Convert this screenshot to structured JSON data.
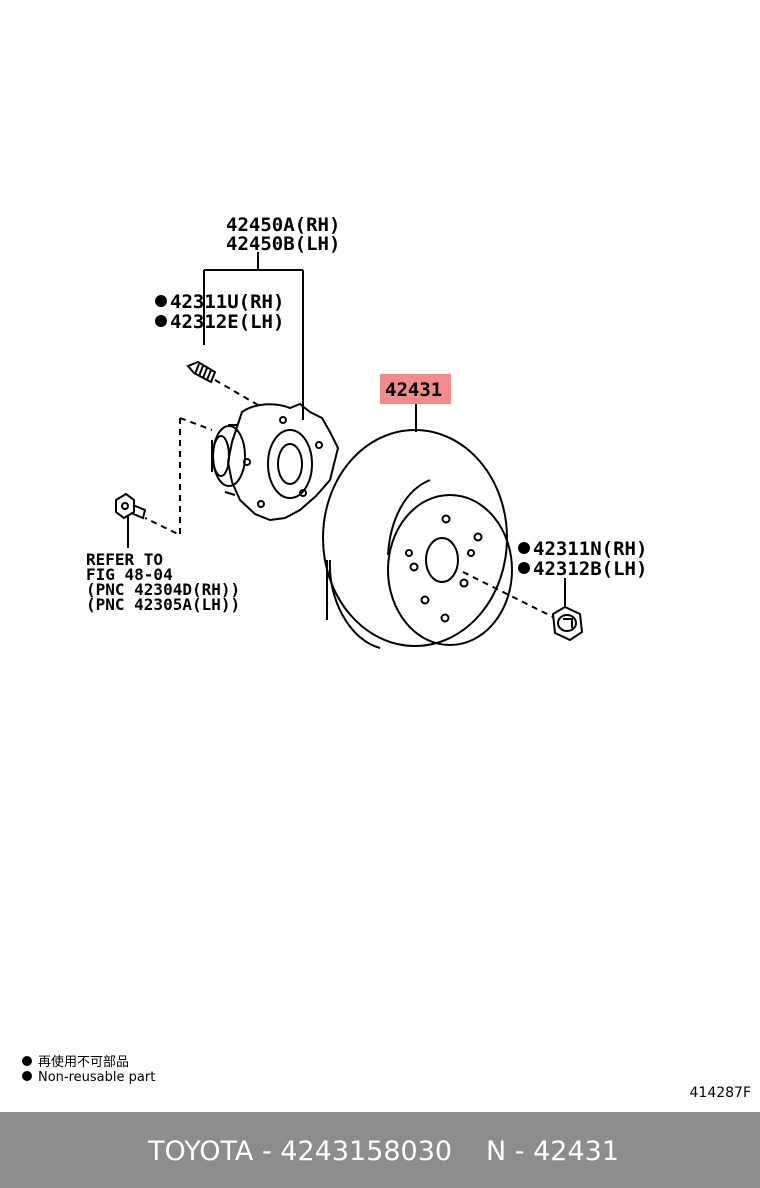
{
  "labels": {
    "hub_rh": "42450A(RH)",
    "hub_lh": "42450B(LH)",
    "bolt_rh": "42311U(RH)",
    "bolt_lh": "42312E(LH)",
    "disc": "42431",
    "nut_rh": "42311N(RH)",
    "nut_lh": "42312B(LH)",
    "refer_1": "REFER TO",
    "refer_2": "FIG 48-04",
    "refer_3": "(PNC 42304D(RH))",
    "refer_4": "(PNC 42305A(LH))"
  },
  "legend": {
    "line_cn": "再使用不可部品",
    "line_en": "Non-reusable part"
  },
  "figure_id": "414287F",
  "footer": {
    "brand_part": "TOYOTA - 4243158030",
    "pnc": "N - 42431"
  },
  "colors": {
    "highlight": "#f28b8b",
    "footer_bg": "#8c8c8c",
    "footer_text": "#ffffff"
  }
}
